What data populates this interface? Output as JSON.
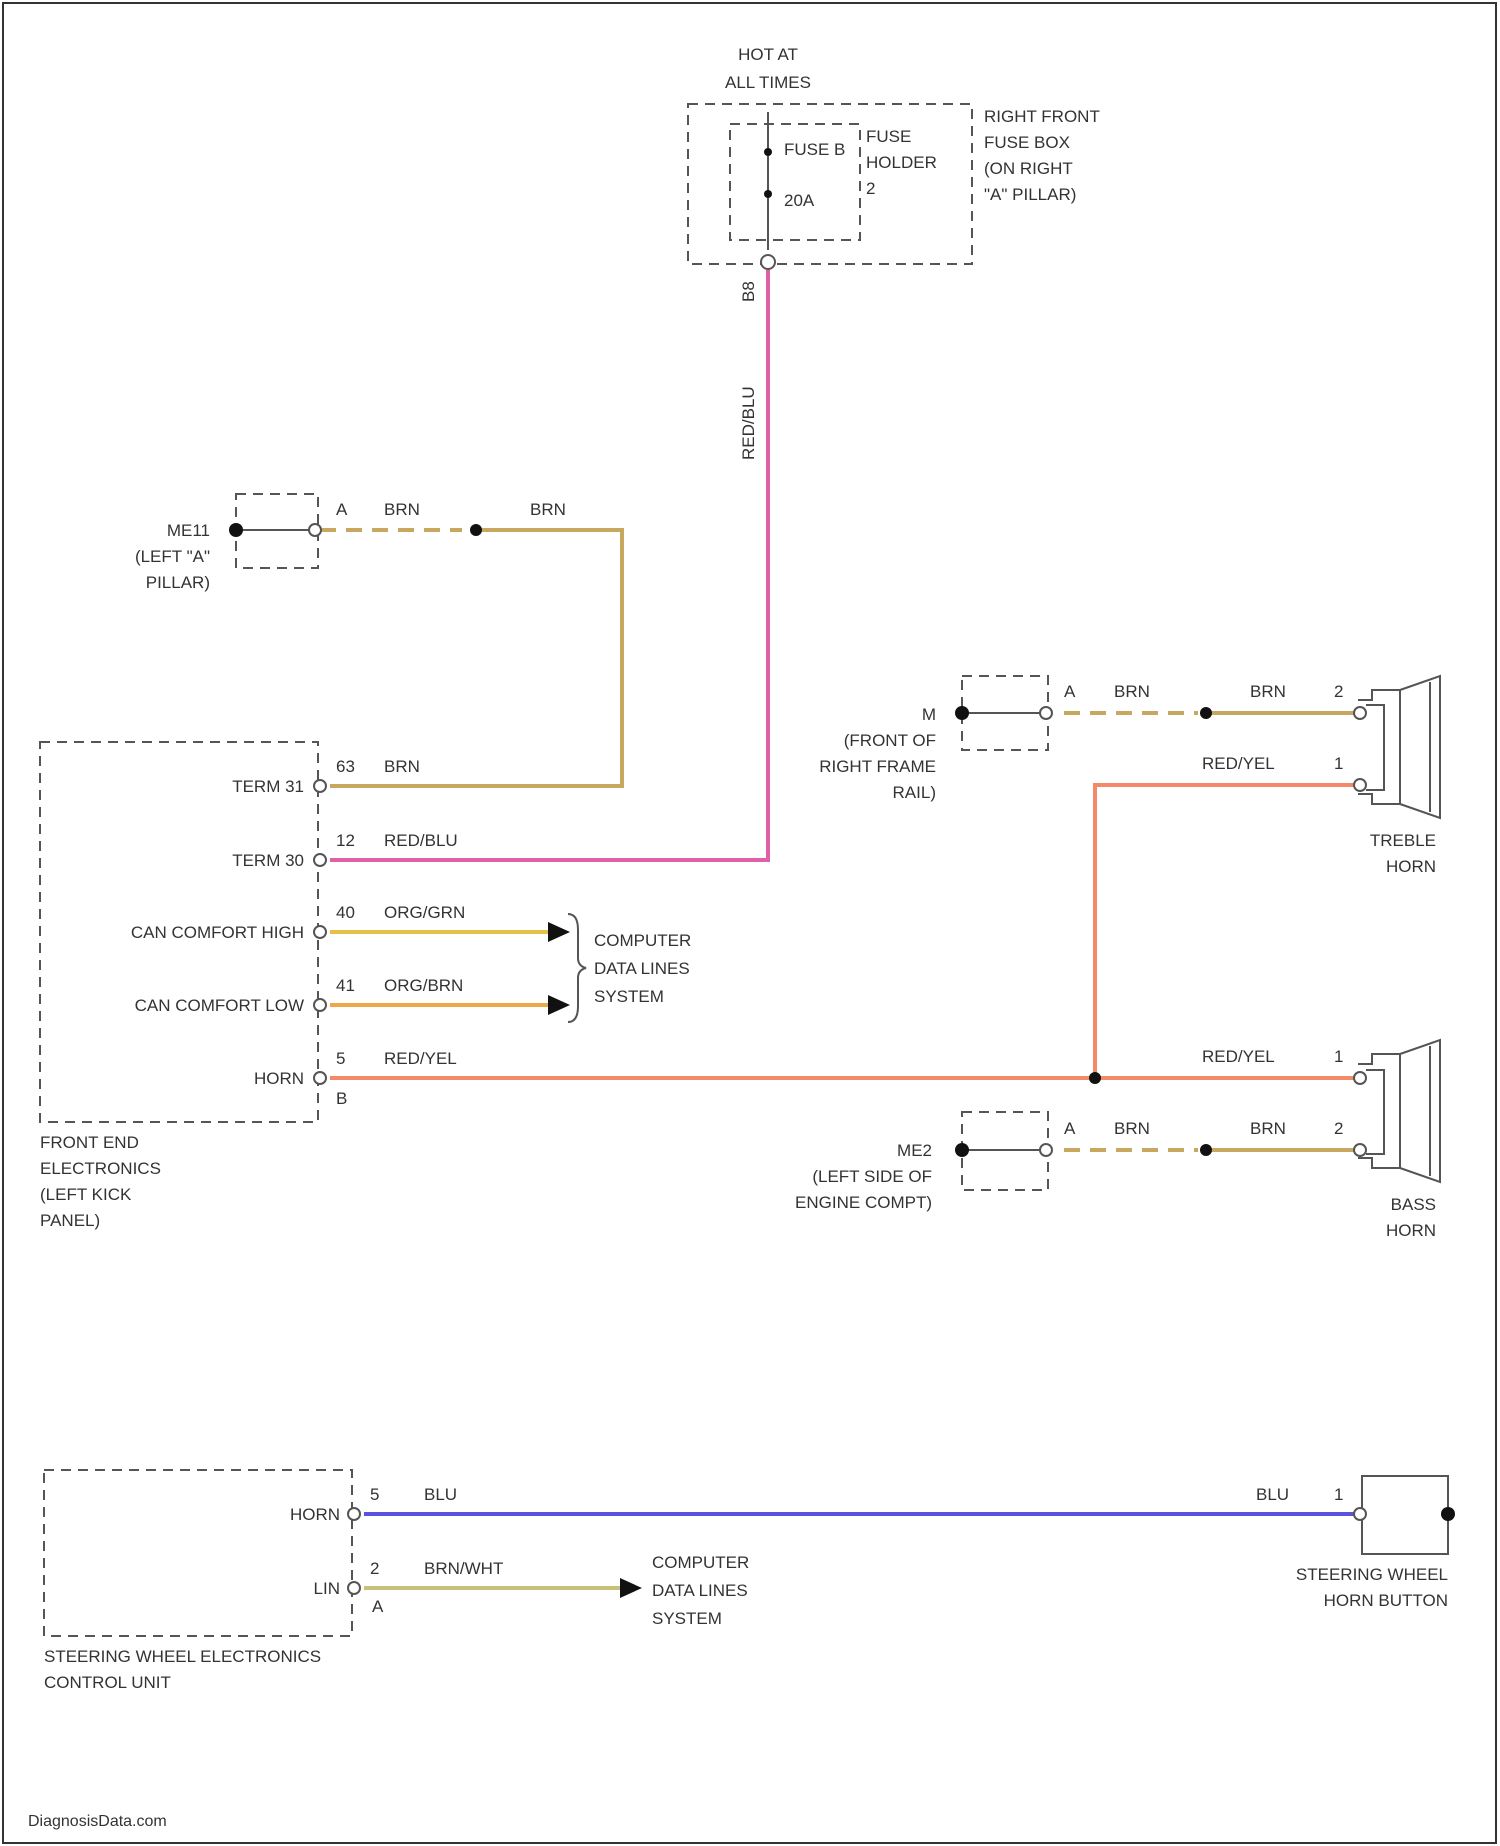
{
  "colors": {
    "red_blu": "#e060a8",
    "brn": "#c8a860",
    "red_yel": "#f4896a",
    "org_grn": "#e6c04a",
    "org_brn": "#eea84a",
    "blu": "#5a52e0",
    "brn_wht": "#c8c07a"
  },
  "fuse": {
    "hot_1": "HOT AT",
    "hot_2": "ALL TIMES",
    "fuse_name": "FUSE B",
    "rating": "20A",
    "holder_1": "FUSE",
    "holder_2": "HOLDER",
    "holder_3": "2",
    "box_1": "RIGHT FRONT",
    "box_2": "FUSE BOX",
    "box_3": "(ON RIGHT",
    "box_4": "\"A\" PILLAR)",
    "pin": "B8",
    "wire_label": "RED/BLU"
  },
  "ground_me11": {
    "name": "ME11",
    "loc_1": "(LEFT \"A\"",
    "loc_2": "PILLAR)",
    "conn": "A",
    "wire_1": "BRN",
    "wire_2": "BRN"
  },
  "fee": {
    "rows": [
      {
        "label": "TERM 31",
        "pin": "63",
        "wire": "BRN"
      },
      {
        "label": "TERM 30",
        "pin": "12",
        "wire": "RED/BLU"
      },
      {
        "label": "CAN COMFORT HIGH",
        "pin": "40",
        "wire": "ORG/GRN"
      },
      {
        "label": "CAN COMFORT LOW",
        "pin": "41",
        "wire": "ORG/BRN"
      },
      {
        "label": "HORN",
        "pin": "5",
        "wire": "RED/YEL"
      }
    ],
    "conn": "B",
    "name_1": "FRONT END",
    "name_2": "ELECTRONICS",
    "name_3": "(LEFT KICK",
    "name_4": "PANEL)"
  },
  "cdl1": {
    "l1": "COMPUTER",
    "l2": "DATA LINES",
    "l3": "SYSTEM"
  },
  "ground_m": {
    "name": "M",
    "loc_1": "(FRONT OF",
    "loc_2": "RIGHT FRAME",
    "loc_3": "RAIL)",
    "conn": "A",
    "wire_1": "BRN",
    "wire_2": "BRN"
  },
  "treble": {
    "pin2": "2",
    "pin1": "1",
    "wire_ry": "RED/YEL",
    "name_1": "TREBLE",
    "name_2": "HORN"
  },
  "bass": {
    "pin1": "1",
    "pin2": "2",
    "wire_ry": "RED/YEL",
    "name_1": "BASS",
    "name_2": "HORN"
  },
  "ground_me2": {
    "name": "ME2",
    "loc_1": "(LEFT SIDE OF",
    "loc_2": "ENGINE COMPT)",
    "conn": "A",
    "wire_1": "BRN",
    "wire_2": "BRN"
  },
  "swe": {
    "horn": "HORN",
    "horn_pin": "5",
    "horn_wire": "BLU",
    "lin": "LIN",
    "lin_pin": "2",
    "lin_conn": "A",
    "lin_wire": "BRN/WHT",
    "name_1": "STEERING WHEEL ELECTRONICS",
    "name_2": "CONTROL UNIT"
  },
  "cdl2": {
    "l1": "COMPUTER",
    "l2": "DATA LINES",
    "l3": "SYSTEM"
  },
  "button": {
    "wire": "BLU",
    "pin": "1",
    "name_1": "STEERING WHEEL",
    "name_2": "HORN BUTTON"
  },
  "footer": "DiagnosisData.com"
}
